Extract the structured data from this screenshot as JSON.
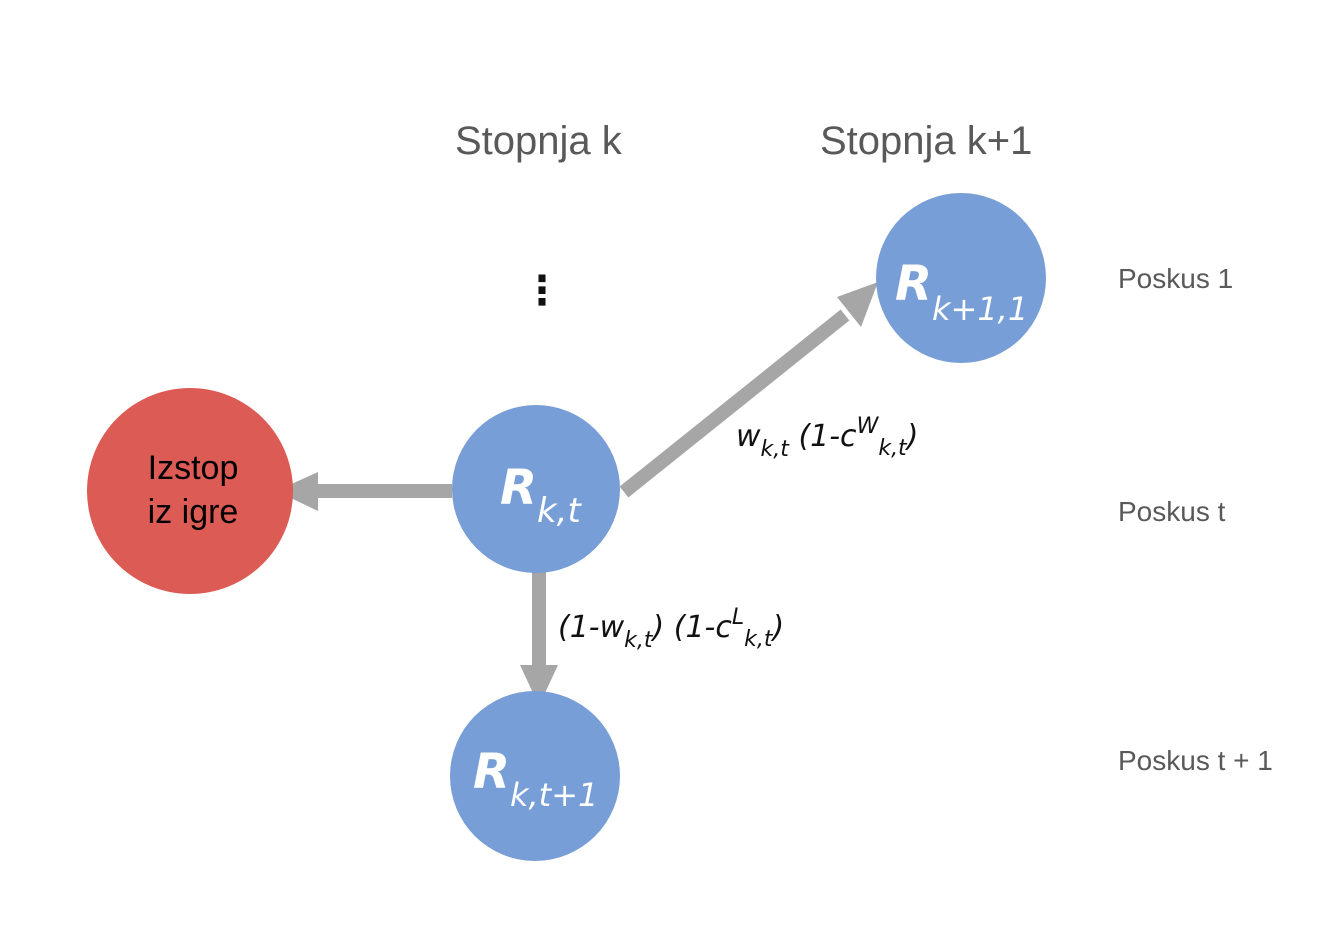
{
  "headers": {
    "stage_k": "Stopnja  k",
    "stage_k1": "Stopnja  k+1"
  },
  "ellipsis": "⋮",
  "rows": {
    "try_1": "Poskus 1",
    "try_t": "Poskus t",
    "try_t1": "Poskus t + 1"
  },
  "exit_node": {
    "line1": "Izstop",
    "line2": "iz igre"
  },
  "nodes": {
    "current": {
      "main": "R",
      "sub": "k,t"
    },
    "next_stage": {
      "main": "R",
      "sub": "k+1,1"
    },
    "next_try": {
      "main": "R",
      "sub": "k,t+1"
    }
  },
  "edge_labels": {
    "win": {
      "w": "w",
      "w_sub": "k,t",
      "paren_open": " (1-c",
      "sup": "W",
      "sup_sub": "k,t",
      "paren_close": ")"
    },
    "loss": {
      "open": "(1-w",
      "w_sub": "k,t",
      "mid": ") (1-c",
      "sup": "L",
      "sup_sub": "k,t",
      "close": ")"
    }
  },
  "colors": {
    "node_blue": "#779ed6",
    "exit_red": "#dc5b54",
    "arrow_gray": "#a6a6a6"
  }
}
